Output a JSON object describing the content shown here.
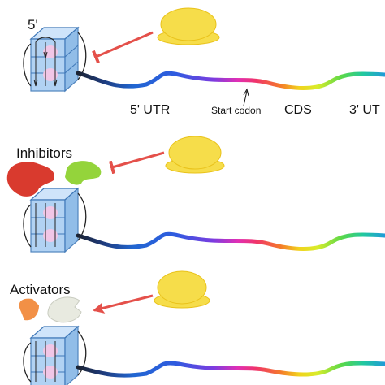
{
  "panels": [
    {
      "mode": "repression",
      "labels": {
        "five_prime": "5'",
        "utr5": "5' UTR",
        "start_codon": "Start codon",
        "cds": "CDS",
        "utr3": "3' UT"
      }
    },
    {
      "mode": "repression",
      "labels": {
        "effector": "Inhibitors"
      }
    },
    {
      "mode": "activation",
      "labels": {
        "effector": "Activators"
      }
    }
  ],
  "colors": {
    "ribosome_fill": "#f6dd4a",
    "ribosome_edge": "#e9c21a",
    "repression_arrow": "#e4504a",
    "activation_arrow": "#e4504a",
    "linker": "#1b2333",
    "quadruplex_fill": "#a9cef2",
    "quadruplex_edge": "#3f78b8",
    "guanine_tetrad": "#f1c6e6",
    "inhibitor_red": "#d93a2e",
    "inhibitor_green": "#94d43b",
    "activator_orange": "#f29046",
    "activator_white": "#e8eae0"
  }
}
